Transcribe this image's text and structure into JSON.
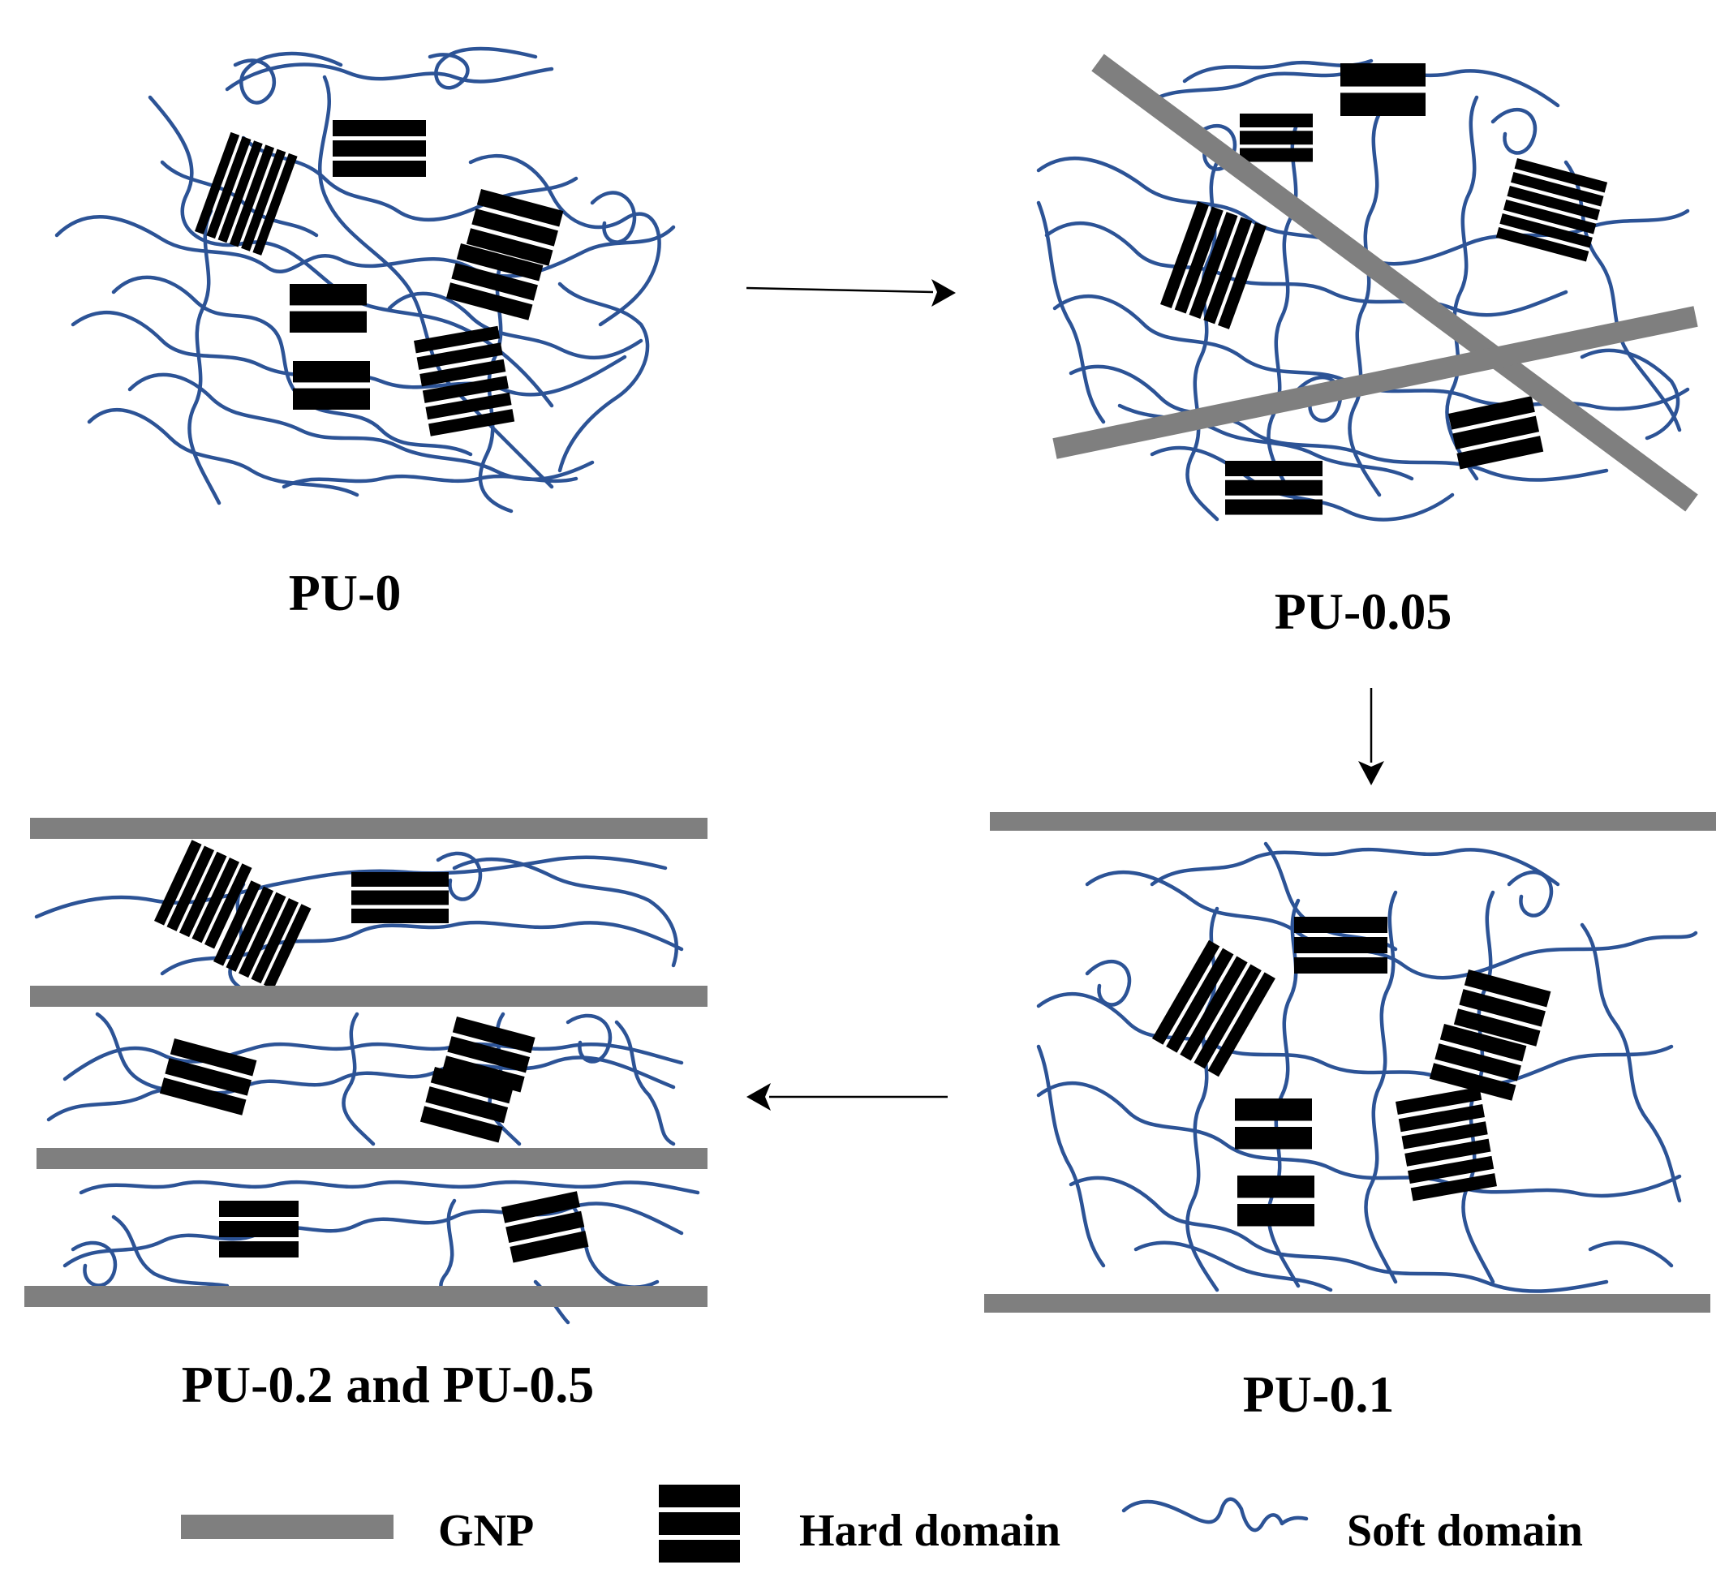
{
  "panels": {
    "pu0": {
      "label": "PU-0"
    },
    "pu005": {
      "label": "PU-0.05"
    },
    "pu01": {
      "label": "PU-0.1"
    },
    "pu02": {
      "label": "PU-0.2 and PU-0.5"
    }
  },
  "legend": {
    "gnp": "GNP",
    "hard": "Hard domain",
    "soft": "Soft domain"
  },
  "colors": {
    "soft_domain": "#2c5396",
    "hard_domain": "#000000",
    "gnp": "#7f7f7f"
  }
}
